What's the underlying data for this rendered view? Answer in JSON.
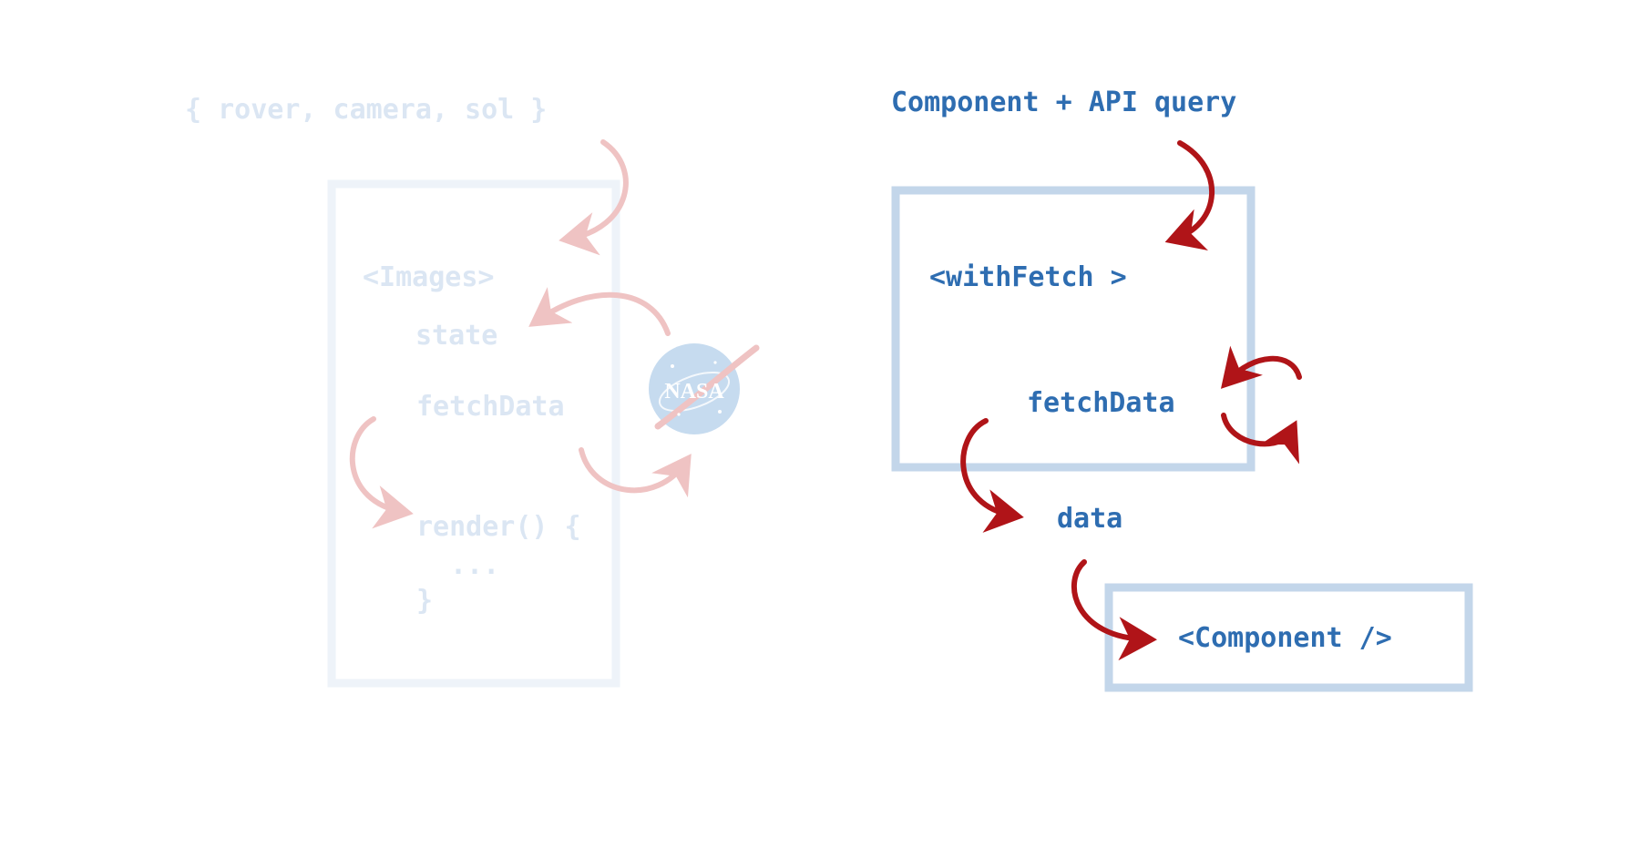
{
  "colors": {
    "faded_text": "#dbe6f3",
    "faded_box": "#eef3f9",
    "faded_arrow": "#efc3c3",
    "active_text": "#2e6db1",
    "active_box": "#c3d6ea",
    "active_arrow": "#b01418",
    "nasa_circle": "#c6dbef"
  },
  "left": {
    "props": "{ rover, camera, sol }",
    "component": "<Images>",
    "state": "state",
    "fetch": "fetchData",
    "render_open": "render() {",
    "render_body": "...",
    "render_close": "}",
    "logo_text": "NASA"
  },
  "right": {
    "title": "Component + API query",
    "hoc": "<withFetch >",
    "fetch": "fetchData",
    "data": "data",
    "component": "<Component />"
  }
}
